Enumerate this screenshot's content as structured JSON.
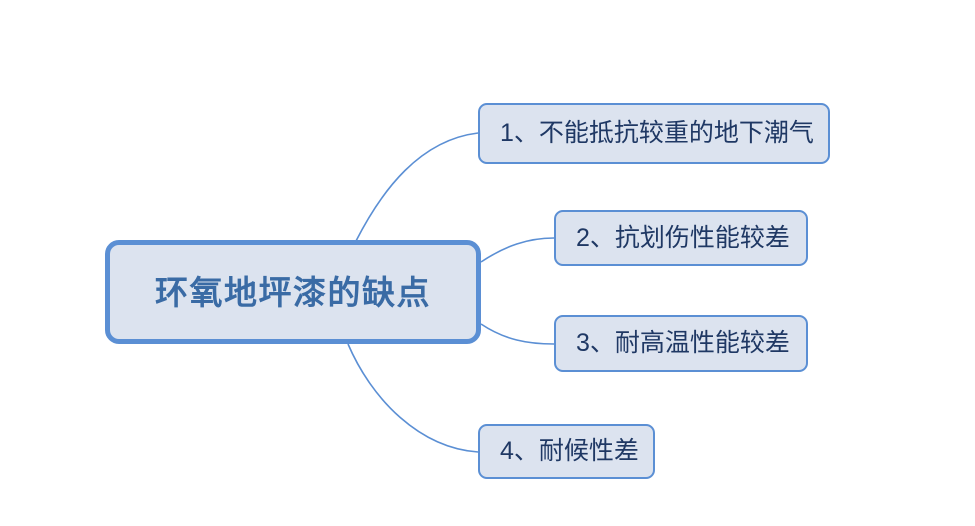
{
  "diagram": {
    "type": "mind-map",
    "background_color": "#ffffff",
    "root": {
      "label": "环氧地坪漆的缺点",
      "fill_color": "#dce3ef",
      "border_color": "#5b8fd4",
      "text_color": "#3a6ba5"
    },
    "branches": [
      {
        "index": "1",
        "label": "1、不能抵抗较重的地下潮气",
        "fill_color": "#dce3ef",
        "border_color": "#5b8fd4",
        "text_color": "#1f3864"
      },
      {
        "index": "2",
        "label": "2、抗划伤性能较差",
        "fill_color": "#dce3ef",
        "border_color": "#5b8fd4",
        "text_color": "#1f3864"
      },
      {
        "index": "3",
        "label": "3、耐高温性能较差",
        "fill_color": "#dce3ef",
        "border_color": "#5b8fd4",
        "text_color": "#1f3864"
      },
      {
        "index": "4",
        "label": "4、耐候性差",
        "fill_color": "#dce3ef",
        "border_color": "#5b8fd4",
        "text_color": "#1f3864"
      }
    ],
    "connector_color": "#5b8fd4"
  }
}
